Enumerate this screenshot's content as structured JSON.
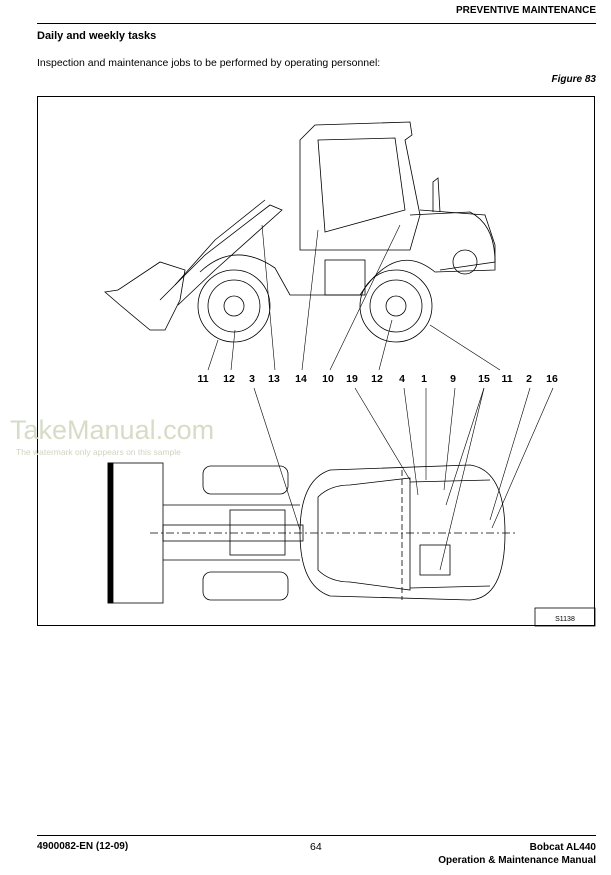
{
  "header": {
    "section": "PREVENTIVE MAINTENANCE"
  },
  "content": {
    "heading": "Daily and weekly tasks",
    "intro": "Inspection and maintenance jobs to be performed by operating personnel:",
    "figure_label": "Figure 83",
    "figure_ref": "S1138",
    "callouts": [
      "11",
      "12",
      "3",
      "13",
      "14",
      "10",
      "19",
      "12",
      "4",
      "1",
      "9",
      "15",
      "11",
      "2",
      "16"
    ]
  },
  "watermark": {
    "title": "TakeManual.com",
    "subtitle": "The watermark only appears on this sample"
  },
  "footer": {
    "doc_number": "4900082-EN (12-09)",
    "page": "64",
    "product": "Bobcat AL440",
    "manual": "Operation & Maintenance Manual"
  }
}
